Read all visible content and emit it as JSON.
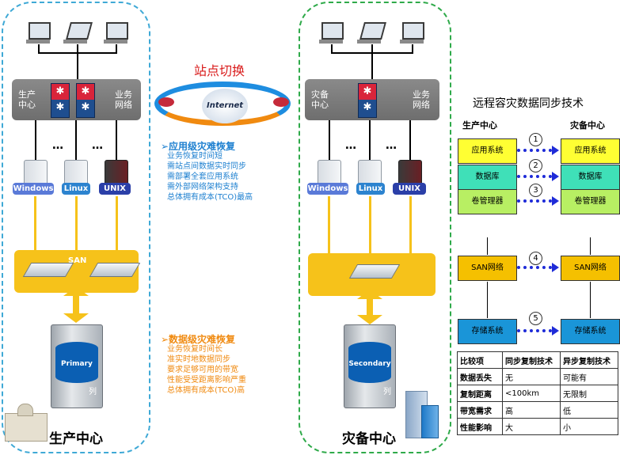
{
  "sites": {
    "production_caption": "生产中心",
    "dr_caption": "灾备中心"
  },
  "core": {
    "production_label_a": "生产\n中心",
    "production_label_b": "业务\n网络",
    "dr_label_a": "灾备\n中心",
    "dr_label_b": "业务\n网络"
  },
  "switchover_label": "站点切换",
  "internet_label": "Internet",
  "servers": [
    "Windows",
    "Linux",
    "UNIX"
  ],
  "ellipsis": "…",
  "san_label": "SAN",
  "storage": {
    "primary": "Primary",
    "secondary": "Secondary",
    "column_char": "列"
  },
  "app_recovery": {
    "title": "➢应用级灾难恢复",
    "lines": [
      "业务恢复时间短",
      "需站点间数据实时同步",
      "需部署全套应用系统",
      "需外部网络架构支持",
      "总体拥有成本(TCO)最高"
    ]
  },
  "data_recovery": {
    "title": "➢数据级灾难恢复",
    "lines": [
      "业务恢复时间长",
      "准实时地数据同步",
      "要求足够可用的带宽",
      "性能受受距离影响严重",
      "总体拥有成本(TCO)高"
    ]
  },
  "right_panel": {
    "title": "远程容灾数据同步技术",
    "col_left": "生产中心",
    "col_right": "灾备中心",
    "layers": [
      {
        "label": "应用系统",
        "num": "1"
      },
      {
        "label": "数据库",
        "num": "2"
      },
      {
        "label": "卷管理器",
        "num": "3"
      },
      {
        "label": "SAN网络",
        "num": "4"
      },
      {
        "label": "存储系统",
        "num": "5"
      }
    ],
    "colors": {
      "app": "#ffff33",
      "db": "#3fe0b8",
      "vol": "#b8ef63",
      "san": "#f5c000",
      "storage": "#1a95d8",
      "arrow": "#1e2bd8"
    }
  },
  "comparison": {
    "headers": [
      "比较项",
      "同步复制技术",
      "异步复制技术"
    ],
    "rows": [
      [
        "数据丢失",
        "无",
        "可能有"
      ],
      [
        "复制距离",
        "<100km",
        "无限制"
      ],
      [
        "带宽需求",
        "高",
        "低"
      ],
      [
        "性能影响",
        "大",
        "小"
      ]
    ]
  }
}
